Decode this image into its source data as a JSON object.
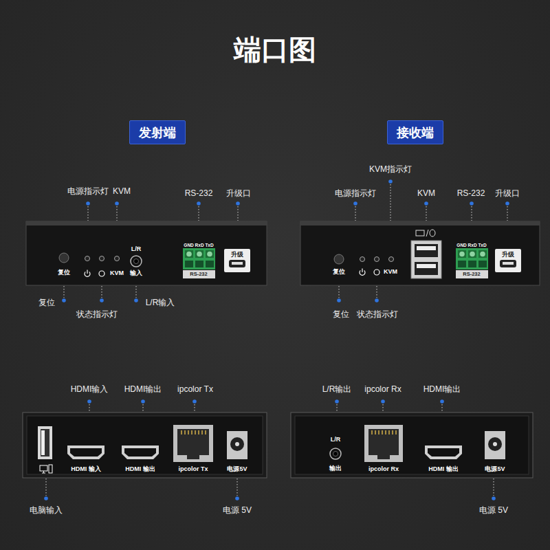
{
  "diagram": {
    "title": "端口图",
    "nodes": [
      {
        "text": [
          "发射端"
        ]
      },
      {
        "text": [
          "接收端"
        ]
      },
      {
        "text": [
          "复位",
          "KVM",
          "L/R",
          "输入",
          "GND RxD TxD",
          "RS-232",
          "升级"
        ]
      },
      {
        "text": [
          "复位",
          "KVM",
          "GND RxD TxD",
          "RS-232",
          "升级"
        ]
      },
      {
        "text": [
          "HDMI 输入",
          "HDMI 输出",
          "ipcolor Tx",
          "电源5V"
        ]
      },
      {
        "text": [
          "L/R",
          "输出",
          "ipcolor Rx",
          "HDMI 输出",
          "电源5V"
        ]
      }
    ],
    "labels": [
      "KVM指示灯",
      "电源指示灯",
      "KVM",
      "RS-232",
      "升级口",
      "电源指示灯",
      "KVM",
      "RS-232",
      "升级口",
      "复位",
      "L/R输入",
      "状态指示灯",
      "复位",
      "状态指示灯",
      "HDMI输入",
      "HDMI输出",
      "ipcolor Tx",
      "L/R输出",
      "ipcolor Rx",
      "HDMI输出",
      "电脑输入",
      "电源 5V",
      "电源 5V"
    ]
  }
}
